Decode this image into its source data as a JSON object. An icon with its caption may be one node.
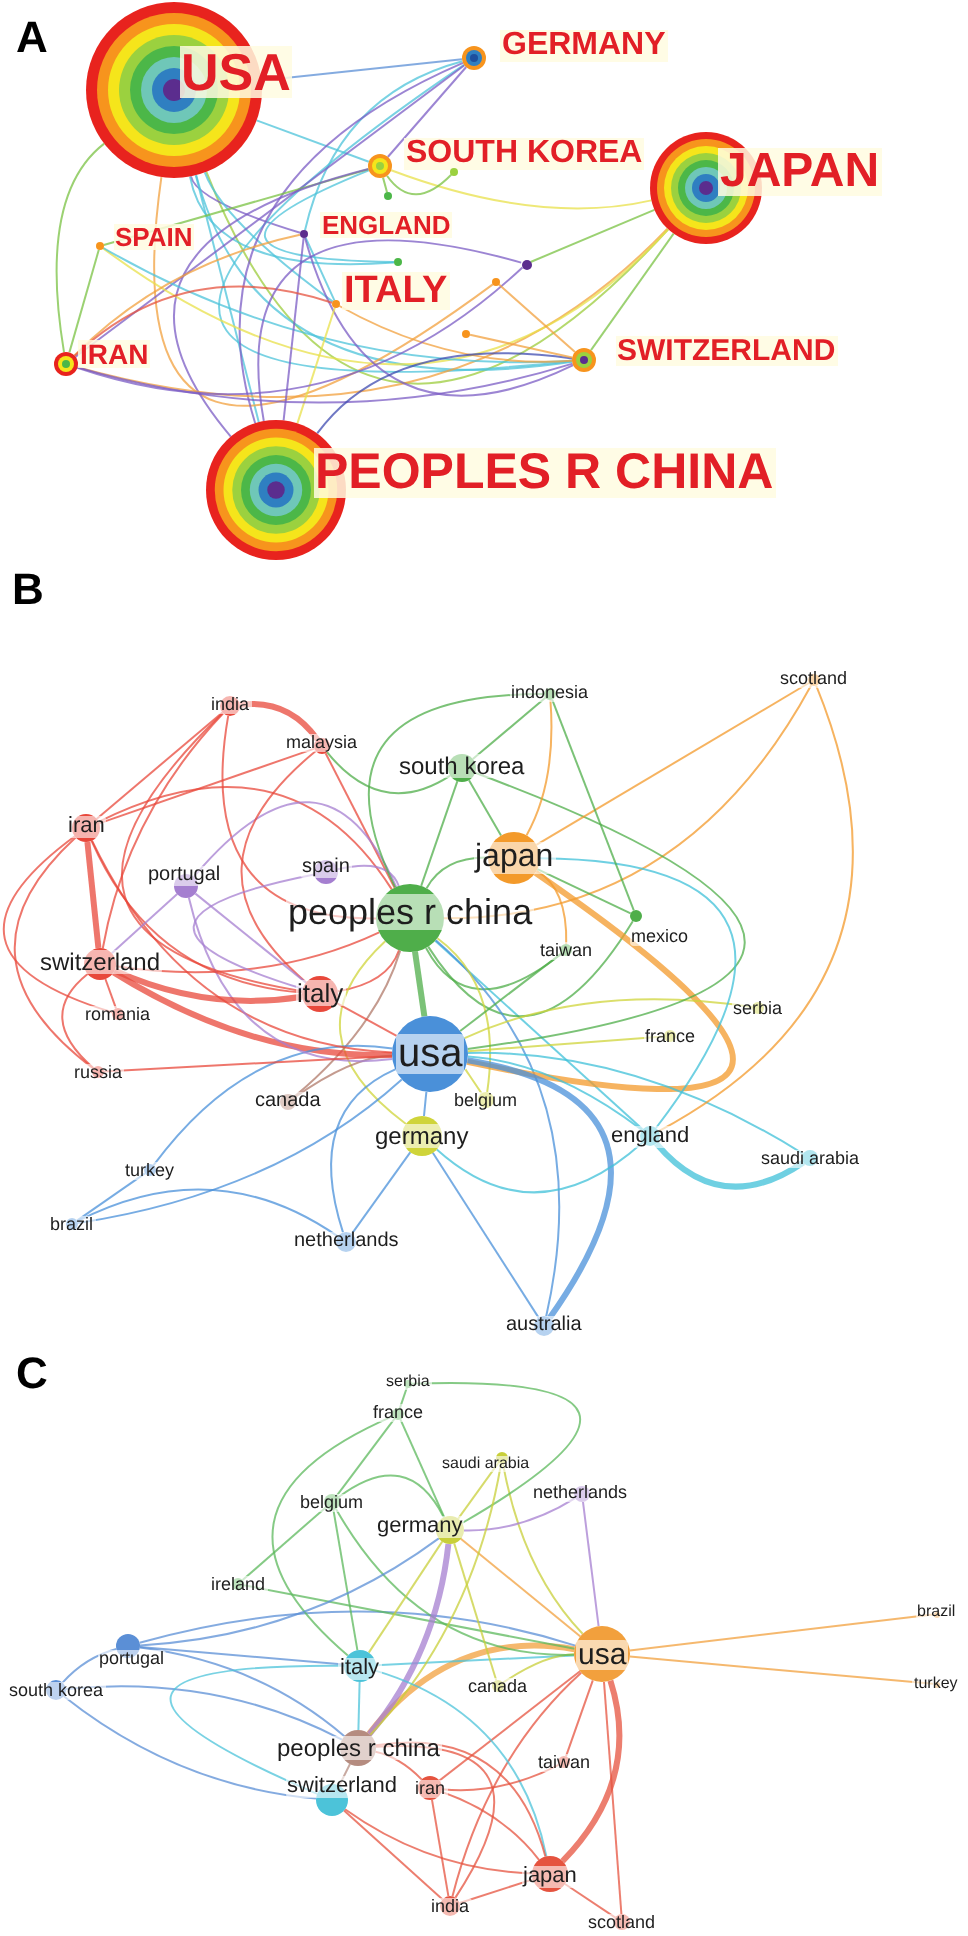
{
  "diagram": {
    "nodes": [
      {
        "text": [
          "USA"
        ]
      },
      {
        "text": [
          "GERMANY"
        ]
      },
      {
        "text": [
          "SOUTH KOREA"
        ]
      },
      {
        "text": [
          "JAPAN"
        ]
      },
      {
        "text": [
          "SPAIN"
        ]
      },
      {
        "text": [
          "ENGLAND"
        ]
      },
      {
        "text": [
          "ITALY"
        ]
      },
      {
        "text": [
          "IRAN"
        ]
      },
      {
        "text": [
          "SWITZERLAND"
        ]
      },
      {
        "text": [
          "PEOPLES R CHINA"
        ]
      },
      {
        "text": [],
        "shape": "circle"
      },
      {
        "text": [],
        "shape": "circle"
      },
      {
        "text": [],
        "shape": "circle"
      },
      {
        "text": [],
        "shape": "circle"
      },
      {
        "text": [],
        "shape": "circle"
      },
      {
        "text": [],
        "shape": "circle"
      },
      {
        "text": [
          "india"
        ]
      },
      {
        "text": [
          "malaysia"
        ]
      },
      {
        "text": [
          "indonesia"
        ]
      },
      {
        "text": [
          "scotland"
        ]
      },
      {
        "text": [
          "south korea"
        ]
      },
      {
        "text": [
          "iran"
        ]
      },
      {
        "text": [
          "japan"
        ]
      },
      {
        "text": [
          "spain"
        ]
      },
      {
        "text": [
          "portugal"
        ]
      },
      {
        "text": [
          "peoples r china"
        ]
      },
      {
        "text": [
          "mexico"
        ]
      },
      {
        "text": [
          "taiwan"
        ]
      },
      {
        "text": [
          "switzerland"
        ]
      },
      {
        "text": [
          "italy"
        ]
      },
      {
        "text": [
          "romania"
        ]
      },
      {
        "text": [
          "serbia"
        ]
      },
      {
        "text": [
          "france"
        ]
      },
      {
        "text": [
          "usa"
        ]
      },
      {
        "text": [
          "russia"
        ]
      },
      {
        "text": [
          "canada"
        ]
      },
      {
        "text": [
          "belgium"
        ]
      },
      {
        "text": [
          "germany"
        ]
      },
      {
        "text": [
          "england"
        ]
      },
      {
        "text": [
          "saudi arabia"
        ]
      },
      {
        "text": [
          "turkey"
        ]
      },
      {
        "text": [
          "brazil"
        ]
      },
      {
        "text": [
          "netherlands"
        ]
      },
      {
        "text": [
          "australia"
        ]
      },
      {
        "text": [
          "serbia"
        ]
      },
      {
        "text": [
          "france"
        ]
      },
      {
        "text": [
          "saudi arabia"
        ]
      },
      {
        "text": [
          "netherlands"
        ]
      },
      {
        "text": [
          "belgium"
        ]
      },
      {
        "text": [
          "germany"
        ]
      },
      {
        "text": [
          "ireland"
        ]
      },
      {
        "text": [
          "brazil"
        ]
      },
      {
        "text": [
          "usa"
        ]
      },
      {
        "text": [
          "portugal"
        ]
      },
      {
        "text": [
          "italy"
        ]
      },
      {
        "text": [
          "south korea"
        ]
      },
      {
        "text": [
          "canada"
        ]
      },
      {
        "text": [
          "turkey"
        ]
      },
      {
        "text": [
          "peoples r china"
        ]
      },
      {
        "text": [
          "taiwan"
        ]
      },
      {
        "text": [
          "switzerland"
        ]
      },
      {
        "text": [
          "iran"
        ]
      },
      {
        "text": [
          "japan"
        ]
      },
      {
        "text": [
          "india"
        ]
      },
      {
        "text": [
          "scotland"
        ]
      }
    ],
    "edges": [
      {
        "from": 0,
        "to": 1,
        "arrow": "none",
        "color": "#5b8fd6"
      },
      {
        "from": 0,
        "to": 2,
        "arrow": "none",
        "color": "#4cc3d9"
      },
      {
        "from": 0,
        "to": 3,
        "arrow": "none",
        "color": "#9ccc3c"
      },
      {
        "from": 0,
        "to": 5,
        "arrow": "none",
        "color": "#7b5cc4"
      },
      {
        "from": 0,
        "to": 6,
        "arrow": "none",
        "color": "#4cc3d9"
      },
      {
        "from": 0,
        "to": 8,
        "arrow": "none",
        "color": "#4cc3d9"
      },
      {
        "from": 0,
        "to": 9,
        "arrow": "none",
        "color": "#4cc3d9"
      },
      {
        "from": 0,
        "to": 7,
        "arrow": "none",
        "color": "#7ac143"
      },
      {
        "from": 0,
        "to": 12,
        "arrow": "none",
        "color": "#4cc3d9"
      },
      {
        "from": 0,
        "to": 14,
        "arrow": "none",
        "color": "#f2a03d"
      },
      {
        "from": 1,
        "to": 2,
        "arrow": "none",
        "color": "#7b5cc4"
      },
      {
        "from": 1,
        "to": 5,
        "arrow": "none",
        "color": "#4cc3d9"
      },
      {
        "from": 1,
        "to": 8,
        "arrow": "none",
        "color": "#4cc3d9"
      },
      {
        "from": 1,
        "to": 9,
        "arrow": "none",
        "color": "#7b5cc4"
      },
      {
        "from": 5,
        "to": 6,
        "arrow": "none",
        "color": "#4cc3d9"
      },
      {
        "from": 1,
        "to": 7,
        "arrow": "none",
        "color": "#7b5cc4"
      },
      {
        "from": 2,
        "to": 12,
        "arrow": "none",
        "color": "#4cc3d9"
      },
      {
        "from": 2,
        "to": 3,
        "arrow": "none",
        "color": "#e8e04a"
      },
      {
        "from": 2,
        "to": 4,
        "arrow": "none",
        "color": "#7ac143"
      },
      {
        "from": 2,
        "to": 9,
        "arrow": "none",
        "color": "#7b5cc4"
      },
      {
        "from": 2,
        "to": 11,
        "arrow": "none",
        "color": "#7ac143"
      },
      {
        "from": 2,
        "to": 10,
        "arrow": "none",
        "color": "#7ac143"
      },
      {
        "from": 3,
        "to": 8,
        "arrow": "none",
        "color": "#7ac143"
      },
      {
        "from": 3,
        "to": 7,
        "arrow": "none",
        "color": "#f2a03d"
      },
      {
        "from": 3,
        "to": 4,
        "arrow": "none",
        "color": "#e8e04a"
      },
      {
        "from": 3,
        "to": 13,
        "arrow": "none",
        "color": "#7ac143"
      },
      {
        "from": 4,
        "to": 8,
        "arrow": "none",
        "color": "#4cc3d9"
      },
      {
        "from": 4,
        "to": 7,
        "arrow": "none",
        "color": "#7ac143"
      },
      {
        "from": 5,
        "to": 8,
        "arrow": "none",
        "color": "#7b5cc4"
      },
      {
        "from": 5,
        "to": 9,
        "arrow": "none",
        "color": "#7b5cc4"
      },
      {
        "from": 5,
        "to": 7,
        "arrow": "none",
        "color": "#f2a03d"
      },
      {
        "from": 6,
        "to": 8,
        "arrow": "none",
        "color": "#f2a03d"
      },
      {
        "from": 6,
        "to": 9,
        "arrow": "none",
        "color": "#e8e04a"
      },
      {
        "from": 6,
        "to": 7,
        "arrow": "none",
        "color": "#e5533f"
      },
      {
        "from": 7,
        "to": 8,
        "arrow": "none",
        "color": "#7b5cc4"
      },
      {
        "from": 7,
        "to": 13,
        "arrow": "none",
        "color": "#7b5cc4"
      },
      {
        "from": 8,
        "to": 9,
        "arrow": "none",
        "color": "#3f4bb0"
      },
      {
        "from": 8,
        "to": 15,
        "arrow": "none",
        "color": "#f2a03d"
      },
      {
        "from": 8,
        "to": 14,
        "arrow": "none",
        "color": "#f2a03d"
      },
      {
        "from": 9,
        "to": 13,
        "arrow": "none",
        "color": "#7b5cc4"
      },
      {
        "from": 25,
        "to": 33,
        "arrow": "none",
        "color": "#4fae4a",
        "style": "thick"
      },
      {
        "from": 25,
        "to": 22,
        "arrow": "none",
        "color": "#4fae4a"
      },
      {
        "from": 25,
        "to": 29,
        "arrow": "none",
        "color": "#e8483b"
      },
      {
        "from": 25,
        "to": 20,
        "arrow": "none",
        "color": "#4fae4a"
      },
      {
        "from": 25,
        "to": 21,
        "arrow": "none",
        "color": "#e8483b"
      },
      {
        "from": 25,
        "to": 28,
        "arrow": "none",
        "color": "#e8483b"
      },
      {
        "from": 25,
        "to": 16,
        "arrow": "none",
        "color": "#e8483b"
      },
      {
        "from": 25,
        "to": 17,
        "arrow": "none",
        "color": "#e8483b"
      },
      {
        "from": 25,
        "to": 23,
        "arrow": "none",
        "color": "#a57fd0"
      },
      {
        "from": 25,
        "to": 24,
        "arrow": "none",
        "color": "#a57fd0"
      },
      {
        "from": 25,
        "to": 37,
        "arrow": "none",
        "color": "#cfd43a"
      },
      {
        "from": 25,
        "to": 38,
        "arrow": "none",
        "color": "#3fc0d8"
      },
      {
        "from": 25,
        "to": 27,
        "arrow": "none",
        "color": "#4fae4a"
      },
      {
        "from": 25,
        "to": 26,
        "arrow": "none",
        "color": "#4fae4a"
      },
      {
        "from": 25,
        "to": 18,
        "arrow": "none",
        "color": "#4fae4a"
      },
      {
        "from": 25,
        "to": 19,
        "arrow": "none",
        "color": "#f39a2b"
      },
      {
        "from": 25,
        "to": 43,
        "arrow": "none",
        "color": "#4a90d9"
      },
      {
        "from": 25,
        "to": 36,
        "arrow": "none",
        "color": "#cfd43a"
      },
      {
        "from": 25,
        "to": 35,
        "arrow": "none",
        "color": "#b07a6a"
      },
      {
        "from": 33,
        "to": 22,
        "arrow": "none",
        "color": "#f39a2b",
        "style": "thick"
      },
      {
        "from": 33,
        "to": 29,
        "arrow": "none",
        "color": "#e8483b"
      },
      {
        "from": 33,
        "to": 28,
        "arrow": "none",
        "color": "#e8483b",
        "style": "thick"
      },
      {
        "from": 33,
        "to": 37,
        "arrow": "none",
        "color": "#4a90d9"
      },
      {
        "from": 33,
        "to": 43,
        "arrow": "none",
        "color": "#4a90d9",
        "style": "thick"
      },
      {
        "from": 33,
        "to": 42,
        "arrow": "none",
        "color": "#4a90d9"
      },
      {
        "from": 33,
        "to": 38,
        "arrow": "none",
        "color": "#3fc0d8"
      },
      {
        "from": 33,
        "to": 39,
        "arrow": "none",
        "color": "#3fc0d8"
      },
      {
        "from": 33,
        "to": 40,
        "arrow": "none",
        "color": "#4a90d9"
      },
      {
        "from": 33,
        "to": 41,
        "arrow": "none",
        "color": "#4a90d9"
      },
      {
        "from": 33,
        "to": 35,
        "arrow": "none",
        "color": "#b07a6a"
      },
      {
        "from": 33,
        "to": 36,
        "arrow": "none",
        "color": "#cfd43a"
      },
      {
        "from": 33,
        "to": 32,
        "arrow": "none",
        "color": "#cfd43a"
      },
      {
        "from": 33,
        "to": 31,
        "arrow": "none",
        "color": "#cfd43a"
      },
      {
        "from": 33,
        "to": 27,
        "arrow": "none",
        "color": "#4fae4a"
      },
      {
        "from": 33,
        "to": 20,
        "arrow": "none",
        "color": "#4fae4a"
      },
      {
        "from": 33,
        "to": 21,
        "arrow": "none",
        "color": "#e8483b"
      },
      {
        "from": 33,
        "to": 24,
        "arrow": "none",
        "color": "#a57fd0"
      },
      {
        "from": 33,
        "to": 34,
        "arrow": "none",
        "color": "#e8483b"
      },
      {
        "from": 22,
        "to": 19,
        "arrow": "none",
        "color": "#f39a2b"
      },
      {
        "from": 22,
        "to": 20,
        "arrow": "none",
        "color": "#4fae4a"
      },
      {
        "from": 22,
        "to": 18,
        "arrow": "none",
        "color": "#f39a2b"
      },
      {
        "from": 22,
        "to": 27,
        "arrow": "none",
        "color": "#f39a2b"
      },
      {
        "from": 22,
        "to": 38,
        "arrow": "none",
        "color": "#3fc0d8"
      },
      {
        "from": 22,
        "to": 26,
        "arrow": "none",
        "color": "#4fae4a"
      },
      {
        "from": 21,
        "to": 28,
        "arrow": "none",
        "color": "#e8483b",
        "style": "thick"
      },
      {
        "from": 21,
        "to": 16,
        "arrow": "none",
        "color": "#e8483b"
      },
      {
        "from": 21,
        "to": 17,
        "arrow": "none",
        "color": "#e8483b"
      },
      {
        "from": 21,
        "to": 29,
        "arrow": "none",
        "color": "#e8483b"
      },
      {
        "from": 21,
        "to": 30,
        "arrow": "none",
        "color": "#e8483b"
      },
      {
        "from": 21,
        "to": 34,
        "arrow": "none",
        "color": "#e8483b"
      },
      {
        "from": 16,
        "to": 17,
        "arrow": "none",
        "color": "#e8483b",
        "style": "thick"
      },
      {
        "from": 16,
        "to": 29,
        "arrow": "none",
        "color": "#e8483b"
      },
      {
        "from": 16,
        "to": 28,
        "arrow": "none",
        "color": "#e8483b"
      },
      {
        "from": 17,
        "to": 29,
        "arrow": "none",
        "color": "#e8483b"
      },
      {
        "from": 28,
        "to": 29,
        "arrow": "none",
        "color": "#e8483b",
        "style": "thick"
      },
      {
        "from": 28,
        "to": 30,
        "arrow": "none",
        "color": "#e8483b"
      },
      {
        "from": 28,
        "to": 34,
        "arrow": "none",
        "color": "#e8483b"
      },
      {
        "from": 24,
        "to": 28,
        "arrow": "none",
        "color": "#a57fd0"
      },
      {
        "from": 24,
        "to": 29,
        "arrow": "none",
        "color": "#a57fd0"
      },
      {
        "from": 23,
        "to": 29,
        "arrow": "none",
        "color": "#a57fd0"
      },
      {
        "from": 20,
        "to": 18,
        "arrow": "none",
        "color": "#4fae4a"
      },
      {
        "from": 20,
        "to": 17,
        "arrow": "none",
        "color": "#4fae4a"
      },
      {
        "from": 38,
        "to": 39,
        "arrow": "none",
        "color": "#3fc0d8",
        "style": "thick"
      },
      {
        "from": 37,
        "to": 42,
        "arrow": "none",
        "color": "#4a90d9"
      },
      {
        "from": 37,
        "to": 43,
        "arrow": "none",
        "color": "#4a90d9"
      },
      {
        "from": 37,
        "to": 38,
        "arrow": "none",
        "color": "#3fc0d8"
      },
      {
        "from": 42,
        "to": 41,
        "arrow": "none",
        "color": "#4a90d9"
      },
      {
        "from": 40,
        "to": 41,
        "arrow": "none",
        "color": "#4a90d9"
      },
      {
        "from": 19,
        "to": 38,
        "arrow": "none",
        "color": "#f39a2b"
      },
      {
        "from": 18,
        "to": 26,
        "arrow": "none",
        "color": "#4fae4a"
      },
      {
        "from": 52,
        "to": 58,
        "arrow": "none",
        "color": "#f2a03d",
        "style": "thick"
      },
      {
        "from": 52,
        "to": 49,
        "arrow": "none",
        "color": "#f2a03d"
      },
      {
        "from": 52,
        "to": 54,
        "arrow": "none",
        "color": "#4cc3d9"
      },
      {
        "from": 52,
        "to": 51,
        "arrow": "none",
        "color": "#f2a03d"
      },
      {
        "from": 52,
        "to": 57,
        "arrow": "none",
        "color": "#f2a03d"
      },
      {
        "from": 52,
        "to": 62,
        "arrow": "none",
        "color": "#e5533f",
        "style": "thick"
      },
      {
        "from": 52,
        "to": 64,
        "arrow": "none",
        "color": "#e5533f"
      },
      {
        "from": 52,
        "to": 61,
        "arrow": "none",
        "color": "#e5533f"
      },
      {
        "from": 52,
        "to": 63,
        "arrow": "none",
        "color": "#e5533f"
      },
      {
        "from": 52,
        "to": 56,
        "arrow": "none",
        "color": "#c8cf3a"
      },
      {
        "from": 52,
        "to": 59,
        "arrow": "none",
        "color": "#e5533f"
      },
      {
        "from": 52,
        "to": 53,
        "arrow": "none",
        "color": "#5b8fd6"
      },
      {
        "from": 52,
        "to": 47,
        "arrow": "none",
        "color": "#a57fd0"
      },
      {
        "from": 52,
        "to": 46,
        "arrow": "none",
        "color": "#c8cf3a"
      },
      {
        "from": 52,
        "to": 48,
        "arrow": "none",
        "color": "#5cb85c"
      },
      {
        "from": 52,
        "to": 50,
        "arrow": "none",
        "color": "#5cb85c"
      },
      {
        "from": 45,
        "to": 44,
        "arrow": "none",
        "color": "#5cb85c"
      },
      {
        "from": 45,
        "to": 48,
        "arrow": "none",
        "color": "#5cb85c"
      },
      {
        "from": 45,
        "to": 49,
        "arrow": "none",
        "color": "#5cb85c"
      },
      {
        "from": 45,
        "to": 54,
        "arrow": "none",
        "color": "#5cb85c"
      },
      {
        "from": 44,
        "to": 49,
        "arrow": "none",
        "color": "#5cb85c"
      },
      {
        "from": 48,
        "to": 49,
        "arrow": "none",
        "color": "#5cb85c"
      },
      {
        "from": 48,
        "to": 54,
        "arrow": "none",
        "color": "#5cb85c"
      },
      {
        "from": 48,
        "to": 50,
        "arrow": "none",
        "color": "#5cb85c"
      },
      {
        "from": 49,
        "to": 58,
        "arrow": "none",
        "color": "#a57fd0",
        "style": "thick"
      },
      {
        "from": 49,
        "to": 54,
        "arrow": "none",
        "color": "#c8cf3a"
      },
      {
        "from": 49,
        "to": 47,
        "arrow": "none",
        "color": "#a57fd0"
      },
      {
        "from": 49,
        "to": 46,
        "arrow": "none",
        "color": "#c8cf3a"
      },
      {
        "from": 49,
        "to": 56,
        "arrow": "none",
        "color": "#c8cf3a"
      },
      {
        "from": 46,
        "to": 58,
        "arrow": "none",
        "color": "#c8cf3a"
      },
      {
        "from": 53,
        "to": 55,
        "arrow": "none",
        "color": "#5b8fd6"
      },
      {
        "from": 53,
        "to": 58,
        "arrow": "none",
        "color": "#5b8fd6"
      },
      {
        "from": 53,
        "to": 54,
        "arrow": "none",
        "color": "#5b8fd6"
      },
      {
        "from": 53,
        "to": 49,
        "arrow": "none",
        "color": "#5b8fd6"
      },
      {
        "from": 55,
        "to": 58,
        "arrow": "none",
        "color": "#5b8fd6"
      },
      {
        "from": 55,
        "to": 60,
        "arrow": "none",
        "color": "#5b8fd6"
      },
      {
        "from": 54,
        "to": 58,
        "arrow": "none",
        "color": "#4cc3d9"
      },
      {
        "from": 54,
        "to": 60,
        "arrow": "none",
        "color": "#4cc3d9"
      },
      {
        "from": 54,
        "to": 62,
        "arrow": "none",
        "color": "#4cc3d9"
      },
      {
        "from": 58,
        "to": 60,
        "arrow": "none",
        "color": "#b58c80"
      },
      {
        "from": 58,
        "to": 61,
        "arrow": "none",
        "color": "#e5533f"
      },
      {
        "from": 58,
        "to": 62,
        "arrow": "none",
        "color": "#e5533f"
      },
      {
        "from": 58,
        "to": 63,
        "arrow": "none",
        "color": "#e5533f"
      },
      {
        "from": 60,
        "to": 63,
        "arrow": "none",
        "color": "#e5533f"
      },
      {
        "from": 60,
        "to": 62,
        "arrow": "none",
        "color": "#e5533f"
      },
      {
        "from": 61,
        "to": 62,
        "arrow": "none",
        "color": "#e5533f"
      },
      {
        "from": 61,
        "to": 63,
        "arrow": "none",
        "color": "#e5533f"
      },
      {
        "from": 62,
        "to": 63,
        "arrow": "none",
        "color": "#e5533f"
      },
      {
        "from": 62,
        "to": 64,
        "arrow": "none",
        "color": "#e5533f"
      },
      {
        "from": 61,
        "to": 59,
        "arrow": "none",
        "color": "#e5533f"
      }
    ],
    "labels": [
      "A",
      "B",
      "C"
    ]
  }
}
